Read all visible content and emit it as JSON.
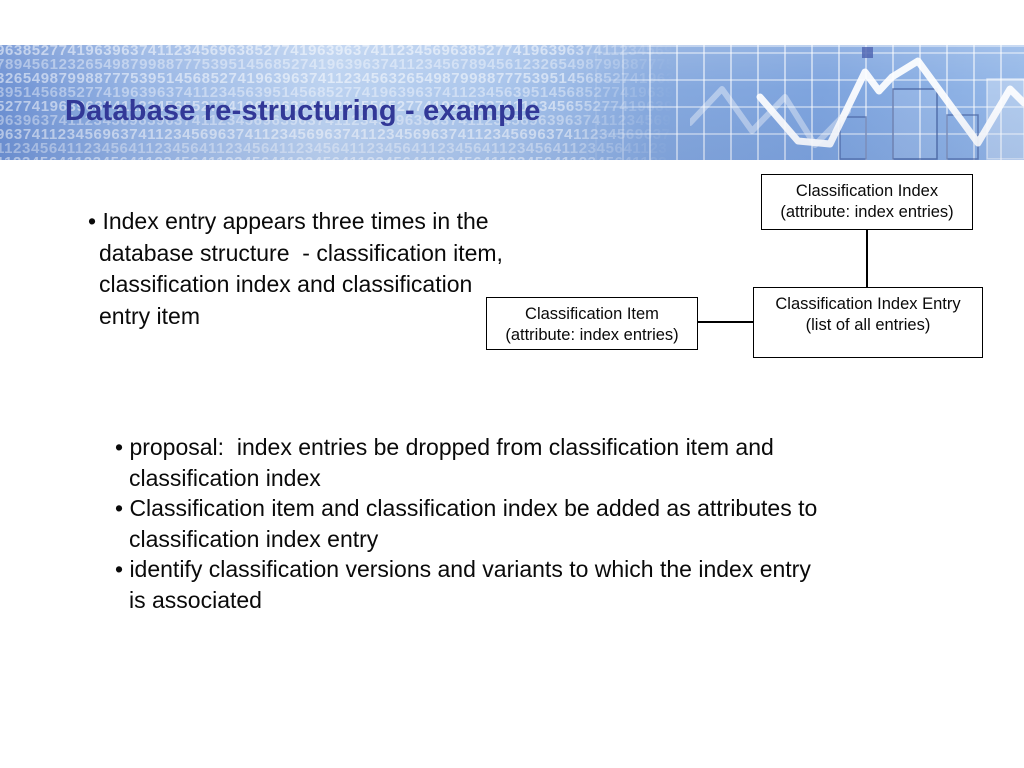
{
  "slide_title": "Database re-structuring - example",
  "banner": {
    "accent_title_color": "#323897",
    "gradient_left_color": "#6c90d2",
    "gradient_mid_color": "#bcd2f0",
    "gradient_right_color": "#95b8e8",
    "digit_rows": [
      "9638527741963963741123456963852774196396374112345696385277419639637411234569",
      "7894561232654987998877753951456852741963963741123456789456123265498799887775",
      "3265498799887775395145685274196396374112345632654987998877753951456852741963",
      "3951456852774196396374112345639514568527741963963741123456395145685277419639",
      "5277419639637411234565527741963963741123455652774196396374112345655277419639",
      "9639637411234569639637411234569639637411234569639637411234569639637411234569",
      "9637411234569637411234569637411234569637411234569637411234569637411234569637",
      "1123456411234564112345641123456411234564112345641123456411234564112345641123",
      "1123456411234564112345641123456411234564112345641123456411234564112345641123"
    ]
  },
  "intro_bullet": {
    "lines": [
      "• Index entry appears three times in the",
      "database structure  - classification item,",
      "classification index and classification",
      "entry item"
    ]
  },
  "proposal_bullets": {
    "lines": [
      "• proposal:  index entries be dropped from classification item and",
      "classification index",
      "• Classification item and classification index be added as attributes to",
      "classification index entry",
      "• identify classification versions and variants to which the index entry",
      "is associated"
    ]
  },
  "diagram": {
    "classification_index": {
      "title": "Classification Index",
      "subtitle": "(attribute: index entries)"
    },
    "classification_item": {
      "title": "Classification Item",
      "subtitle": "(attribute: index entries)"
    },
    "classification_index_entry": {
      "title": "Classification Index Entry",
      "subtitle": "(list of all entries)"
    }
  }
}
